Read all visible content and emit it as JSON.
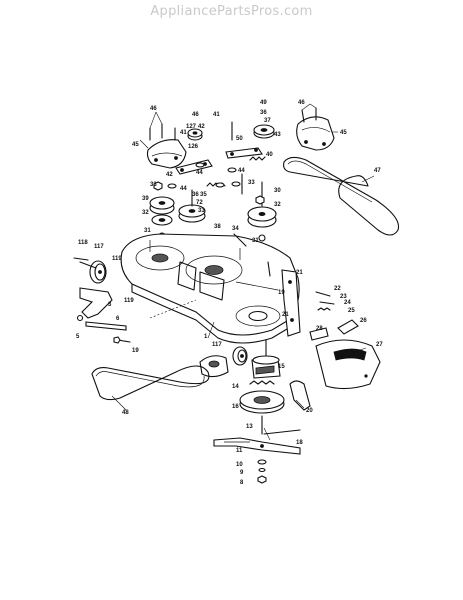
{
  "watermark": "AppliancePartsPros.com",
  "callouts": {
    "c1": "1",
    "c3": "3",
    "c5": "5",
    "c6": "6",
    "c8": "8",
    "c9": "9",
    "c10": "10",
    "c11": "11",
    "c13": "13",
    "c14": "14",
    "c15": "15",
    "c16": "16",
    "c18": "18",
    "c19": "19",
    "c19b": "19",
    "c20": "20",
    "c21a": "21",
    "c21b": "21",
    "c22": "22",
    "c23": "23",
    "c24": "24",
    "c25": "25",
    "c26": "26",
    "c27": "27",
    "c28": "28",
    "c30": "30",
    "c31": "31",
    "c31b": "31",
    "c32": "32",
    "c32b": "32",
    "c33": "33",
    "c34": "34",
    "c35": "35",
    "c36": "36",
    "c37": "37",
    "c38": "38",
    "c39": "39",
    "c40": "40",
    "c41": "41",
    "c42": "42",
    "c43": "43",
    "c44": "44",
    "c44b": "44",
    "c45": "45",
    "c45b": "45",
    "c46": "46",
    "c46b": "46",
    "c47": "47",
    "c48": "48",
    "c49": "49",
    "c50": "50",
    "c72": "72",
    "c117": "117",
    "c117b": "117",
    "c118": "118",
    "c119": "119",
    "c119b": "119",
    "c126": "126",
    "c127": "127"
  }
}
